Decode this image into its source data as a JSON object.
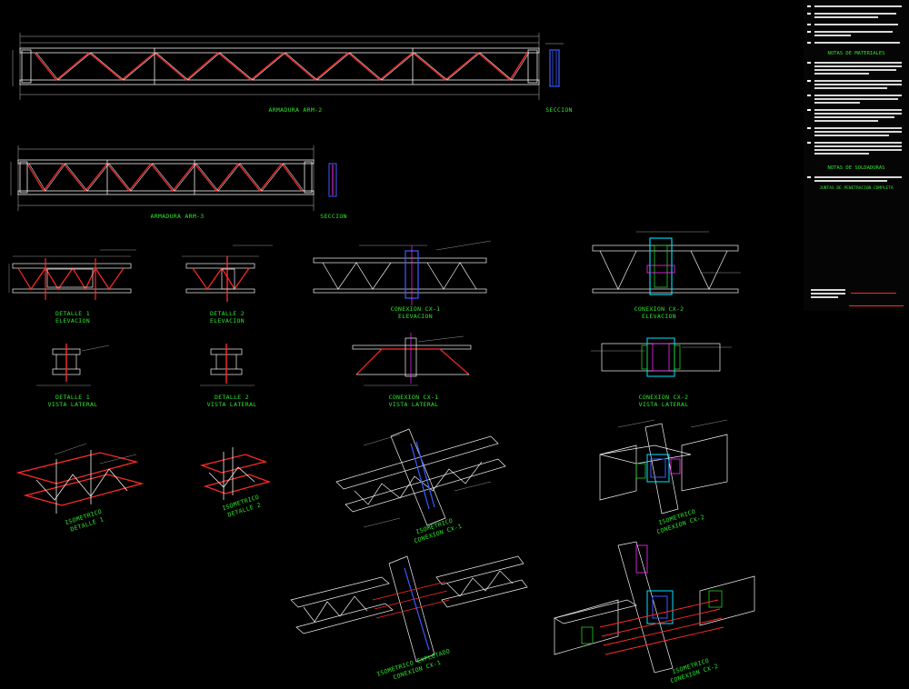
{
  "colors": {
    "background": "#000000",
    "label": "#2ee62e",
    "steel": "#e8e8e8",
    "weld": "#ff2a2a",
    "plate": "#3a5cff",
    "concrete": "#ffffff",
    "accent_cyan": "#00e5ff",
    "accent_magenta": "#ff2aff",
    "accent_green": "#22cc22"
  },
  "drawing_titles": {
    "arm2": "ARMADURA ARM-2",
    "arm2_section": "SECCION",
    "arm3": "ARMADURA ARM-3",
    "arm3_section": "SECCION",
    "det1_elev": [
      "DETALLE 1",
      "ELEVACION"
    ],
    "det2_elev": [
      "DETALLE 2",
      "ELEVACION"
    ],
    "cx1_elev": [
      "CONEXION CX-1",
      "ELEVACION"
    ],
    "cx2_elev": [
      "CONEXION CX-2",
      "ELEVACION"
    ],
    "det1_lat": [
      "DETALLE 1",
      "VISTA LATERAL"
    ],
    "det2_lat": [
      "DETALLE 2",
      "VISTA LATERAL"
    ],
    "cx1_lat": [
      "CONEXION CX-1",
      "VISTA LATERAL"
    ],
    "cx2_lat": [
      "CONEXION CX-2",
      "VISTA LATERAL"
    ],
    "iso_det1": [
      "ISOMETRICO",
      "DETALLE 1"
    ],
    "iso_det2": [
      "ISOMETRICO",
      "DETALLE 2"
    ],
    "iso_cx1": [
      "ISOMETRICO",
      "CONEXION CX-1"
    ],
    "iso_cx2": [
      "ISOMETRICO",
      "CONEXION CX-2"
    ],
    "iso_exp_cx1": [
      "ISOMETRICO EXPLOTADO",
      "CONEXION CX-1"
    ],
    "iso_exp_cx2": [
      "ISOMETRICO",
      "CONEXION CX-2"
    ]
  },
  "notes": {
    "materials_heading": "NOTAS DE MATERIALES",
    "welds_heading": "NOTAS DE SOLDADURAS",
    "penetration_heading": "JUNTAS DE PENETRACION COMPLETA"
  }
}
